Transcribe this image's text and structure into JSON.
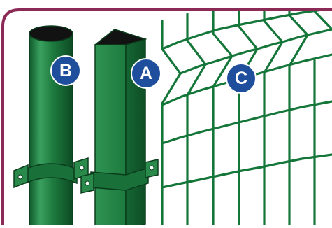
{
  "labels": {
    "round_post": "B",
    "square_post": "A",
    "mesh_panel": "C"
  },
  "colors": {
    "frame": "#8a2a55",
    "post_green": "#1d7a3e",
    "post_dark": "#0f4f26",
    "post_light": "#3aa05e",
    "mesh_green": "#15763a",
    "badge_blue": "#1f4f9c",
    "cap_black": "#121212"
  }
}
